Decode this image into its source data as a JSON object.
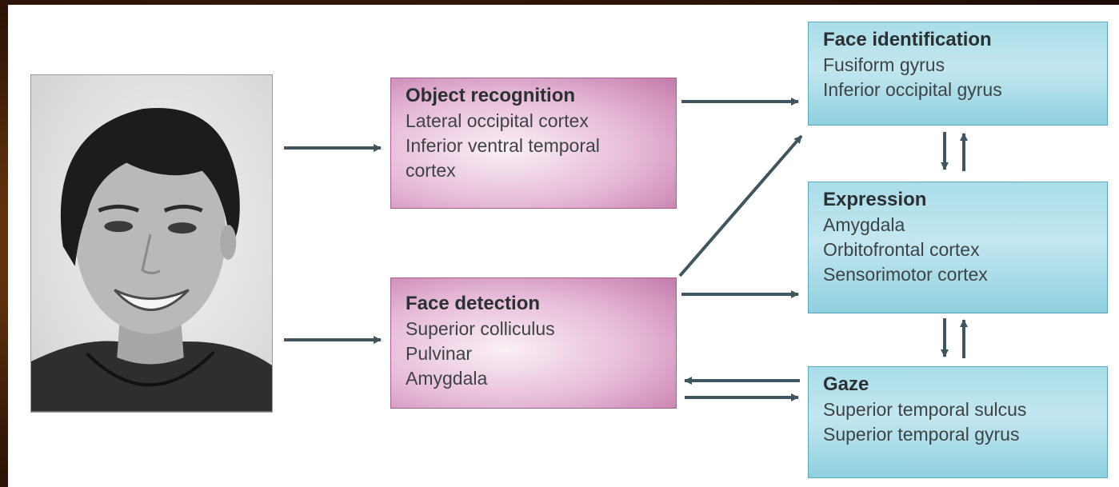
{
  "nodes": {
    "object_recognition": {
      "title": "Object recognition",
      "lines": [
        "Lateral occipital cortex",
        "Inferior ventral temporal",
        "cortex"
      ]
    },
    "face_detection": {
      "title": "Face detection",
      "lines": [
        "Superior colliculus",
        "Pulvinar",
        "Amygdala"
      ]
    },
    "face_identification": {
      "title": "Face identification",
      "lines": [
        "Fusiform gyrus",
        "Inferior occipital gyrus"
      ]
    },
    "expression": {
      "title": "Expression",
      "lines": [
        "Amygdala",
        "Orbitofrontal cortex",
        "Sensorimotor cortex"
      ]
    },
    "gaze": {
      "title": "Gaze",
      "lines": [
        "Superior temporal sulcus",
        "Superior temporal gyrus"
      ]
    }
  },
  "colors": {
    "pink_box": "#e6b9d6",
    "blue_box": "#a9dde9",
    "arrow": "#3f5560"
  },
  "image": {
    "subject": "face-photograph"
  }
}
